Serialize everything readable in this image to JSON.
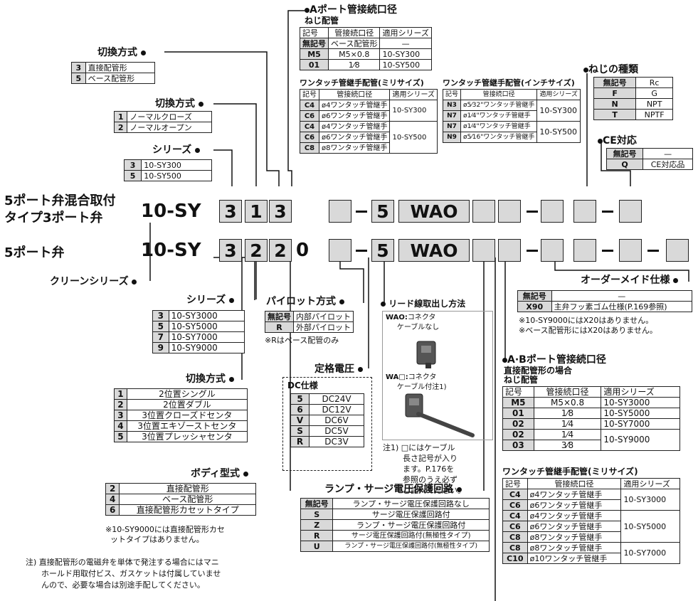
{
  "model_row_a": {
    "left_label_1": "5ポート弁混合取付",
    "left_label_2": "タイプ3ポート弁",
    "prefix": "10",
    "sy": "SY",
    "d1": "3",
    "d2": "1",
    "d3": "3",
    "dash1": "-",
    "five": "5",
    "wao": "WAO"
  },
  "model_row_b": {
    "left_label": "5ポート弁",
    "prefix": "10",
    "sy": "SY",
    "d1": "3",
    "d2": "2",
    "d3": "2",
    "zero": "0",
    "five": "5",
    "wao": "WAO"
  },
  "clean_series": {
    "title": "クリーンシリーズ"
  },
  "switch_a1": {
    "title": "切換方式",
    "rows": [
      [
        "3",
        "直接配管形"
      ],
      [
        "5",
        "ベース配管形"
      ]
    ]
  },
  "switch_a2": {
    "title": "切換方式",
    "rows": [
      [
        "1",
        "ノーマルクローズ"
      ],
      [
        "2",
        "ノーマルオープン"
      ]
    ]
  },
  "series_a": {
    "title": "シリーズ",
    "rows": [
      [
        "3",
        "10-SY300"
      ],
      [
        "5",
        "10-SY500"
      ]
    ]
  },
  "port_a": {
    "title": "Aポート管接続口径",
    "subtitle": "ねじ配管",
    "header": [
      "記号",
      "管接続口径",
      "適用シリーズ"
    ],
    "rows": [
      [
        "無記号",
        "ベース配管形",
        "—"
      ],
      [
        "M5",
        "M5×0.8",
        "10-SY300"
      ],
      [
        "01",
        "1⁄8",
        "10-SY500"
      ]
    ]
  },
  "onetouch_mm": {
    "title": "ワンタッチ管継手配管(ミリサイズ)",
    "header": [
      "記号",
      "管接続口径",
      "適用シリーズ"
    ],
    "rows": [
      [
        "C4",
        "ø4ワンタッチ管継手"
      ],
      [
        "C6",
        "ø6ワンタッチ管継手"
      ],
      [
        "C4",
        "ø4ワンタッチ管継手"
      ],
      [
        "C6",
        "ø6ワンタッチ管継手"
      ],
      [
        "C8",
        "ø8ワンタッチ管継手"
      ]
    ],
    "series": [
      "10-SY300",
      "10-SY500"
    ]
  },
  "onetouch_inch": {
    "title": "ワンタッチ管継手配管(インチサイズ)",
    "header": [
      "記号",
      "管接続口径",
      "適用シリーズ"
    ],
    "rows": [
      [
        "N3",
        "ø5⁄32\"ワンタッチ管継手"
      ],
      [
        "N7",
        "ø1⁄4\"ワンタッチ管継手"
      ],
      [
        "N7",
        "ø1⁄4\"ワンタッチ管継手"
      ],
      [
        "N9",
        "ø5⁄16\"ワンタッチ管継手"
      ]
    ],
    "series": [
      "10-SY300",
      "10-SY500"
    ]
  },
  "thread": {
    "title": "ねじの種類",
    "rows": [
      [
        "無記号",
        "Rc"
      ],
      [
        "F",
        "G"
      ],
      [
        "N",
        "NPT"
      ],
      [
        "T",
        "NPTF"
      ]
    ]
  },
  "ce": {
    "title": "CE対応",
    "rows": [
      [
        "無記号",
        "—"
      ],
      [
        "Q",
        "CE対応品"
      ]
    ]
  },
  "series_b": {
    "title": "シリーズ",
    "rows": [
      [
        "3",
        "10-SY3000"
      ],
      [
        "5",
        "10-SY5000"
      ],
      [
        "7",
        "10-SY7000"
      ],
      [
        "9",
        "10-SY9000"
      ]
    ]
  },
  "pilot": {
    "title": "パイロット方式",
    "rows": [
      [
        "無記号",
        "内部パイロット"
      ],
      [
        "R",
        "外部パイロット"
      ]
    ],
    "note": "※Rはベース配管のみ"
  },
  "lead": {
    "title": "リード線取出し方法",
    "wao_label": "WAO:",
    "wao_text_1": "コネクタ",
    "wao_text_2": "ケーブルなし",
    "wa_label": "WA□:",
    "wa_text_1": "コネクタ",
    "wa_text_2": "ケーブル付注1)",
    "note_lines": [
      "注1) □にはケーブル",
      "長さ記号が入り",
      "ます。P.176を",
      "参照のうえ必ず",
      "ご記入ください。"
    ]
  },
  "switch_b": {
    "title": "切換方式",
    "rows": [
      [
        "1",
        "2位置シングル"
      ],
      [
        "2",
        "2位置ダブル"
      ],
      [
        "3",
        "3位置クローズドセンタ"
      ],
      [
        "4",
        "3位置エキゾーストセンタ"
      ],
      [
        "5",
        "3位置プレッシャセンタ"
      ]
    ]
  },
  "voltage": {
    "title": "定格電圧",
    "group": "DC仕様",
    "rows": [
      [
        "5",
        "DC24V"
      ],
      [
        "6",
        "DC12V"
      ],
      [
        "V",
        "DC6V"
      ],
      [
        "S",
        "DC5V"
      ],
      [
        "R",
        "DC3V"
      ]
    ]
  },
  "body": {
    "title": "ボディ型式",
    "rows": [
      [
        "2",
        "直接配管形"
      ],
      [
        "4",
        "ベース配管形"
      ],
      [
        "6",
        "直接配管形カセットタイプ"
      ]
    ],
    "note_lines": [
      "※10-SY9000には直接配管形カセ",
      "ットタイプはありません。"
    ]
  },
  "surge": {
    "title": "ランプ・サージ電圧保護回路",
    "rows": [
      [
        "無記号",
        "ランプ・サージ電圧保護回路なし"
      ],
      [
        "S",
        "サージ電圧保護回路付"
      ],
      [
        "Z",
        "ランプ・サージ電圧保護回路付"
      ],
      [
        "R",
        "サージ電圧保護回路付(無極性タイプ)"
      ],
      [
        "U",
        "ランプ・サージ電圧保護回路付(無極性タイプ)"
      ]
    ]
  },
  "order": {
    "title": "オーダーメイド仕様",
    "rows": [
      [
        "無記号",
        "—"
      ],
      [
        "X90",
        "主弁フッ素ゴム仕様(P.169参照)"
      ]
    ],
    "note_lines": [
      "※10-SY9000にはX20はありません。",
      "※ベース配管形にはX20はありません。"
    ]
  },
  "ab_port": {
    "title": "A·Bポート管接続口径",
    "subtitle1": "直接配管形の場合",
    "subtitle2": "ねじ配管",
    "header": [
      "記号",
      "管接続口径",
      "適用シリーズ"
    ],
    "rows": [
      [
        "M5",
        "M5×0.8",
        "10-SY3000"
      ],
      [
        "01",
        "1⁄8",
        "10-SY5000"
      ],
      [
        "02",
        "1⁄4",
        "10-SY7000"
      ],
      [
        "02",
        "1⁄4",
        ""
      ],
      [
        "03",
        "3⁄8",
        ""
      ]
    ],
    "merged_series": "10-SY9000"
  },
  "ab_onetouch": {
    "title": "ワンタッチ管継手配管(ミリサイズ)",
    "header": [
      "記号",
      "管接続口径",
      "適用シリーズ"
    ],
    "rows": [
      [
        "C4",
        "ø4ワンタッチ管継手"
      ],
      [
        "C6",
        "ø6ワンタッチ管継手"
      ],
      [
        "C4",
        "ø4ワンタッチ管継手"
      ],
      [
        "C6",
        "ø6ワンタッチ管継手"
      ],
      [
        "C8",
        "ø8ワンタッチ管継手"
      ],
      [
        "C8",
        "ø8ワンタッチ管継手"
      ],
      [
        "C10",
        "ø10ワンタッチ管継手"
      ]
    ],
    "series": [
      "10-SY3000",
      "10-SY5000",
      "10-SY7000"
    ]
  },
  "footnote": {
    "lines": [
      "注) 直接配管形の電磁弁を単体で発注する場合にはマニ",
      "ホールド用取付ビス、ガスケットは付属していませ",
      "んので、必要な場合は別途手配してください。"
    ]
  }
}
